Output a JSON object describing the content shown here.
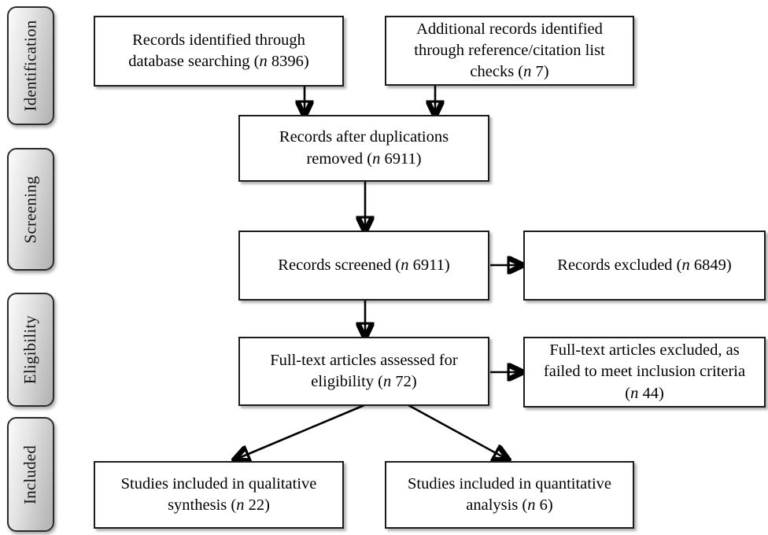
{
  "diagram": {
    "title": "PRISMA flow diagram",
    "type": "prisma-flow-diagram"
  },
  "stages": [
    {
      "id": "identification",
      "label": "Identification"
    },
    {
      "id": "screening",
      "label": "Screening"
    },
    {
      "id": "eligibility",
      "label": "Eligibility"
    },
    {
      "id": "included",
      "label": "Included"
    }
  ],
  "boxes": {
    "records_identified": {
      "line1": "Records identified through",
      "line2_pre": "database searching (",
      "line2_n": "n",
      "line2_post": " 8396)"
    },
    "additional_records": {
      "line1": "Additional records identified",
      "line2": "through reference/citation list",
      "line3_pre": "checks (",
      "line3_n": "n",
      "line3_post": " 7)"
    },
    "after_duplications": {
      "line1": "Records after duplications",
      "line2_pre": "removed (",
      "line2_n": "n",
      "line2_post": " 6911)"
    },
    "records_screened": {
      "line1_pre": "Records screened  (",
      "line1_n": "n",
      "line1_post": " 6911)"
    },
    "records_excluded": {
      "line1_pre": "Records excluded (",
      "line1_n": "n",
      "line1_post": " 6849)"
    },
    "fulltext_assessed": {
      "line1": "Full-text articles assessed for",
      "line2_pre": "eligibility (",
      "line2_n": "n",
      "line2_post": " 72)"
    },
    "fulltext_excluded": {
      "line1": "Full-text articles excluded, as",
      "line2": "failed to meet inclusion criteria",
      "line3_pre": "(",
      "line3_n": "n",
      "line3_post": " 44)"
    },
    "qualitative": {
      "line1": "Studies included in qualitative",
      "line2_pre": "synthesis (",
      "line2_n": "n",
      "line2_post": " 22)"
    },
    "quantitative": {
      "line1": "Studies included in quantitative",
      "line2_pre": "analysis (",
      "line2_n": "n",
      "line2_post": " 6)"
    }
  },
  "counts": {
    "records_identified": 8396,
    "additional_records": 7,
    "after_duplications": 6911,
    "records_screened": 6911,
    "records_excluded": 6849,
    "fulltext_assessed": 72,
    "fulltext_excluded": 44,
    "qualitative_synthesis": 22,
    "quantitative_analysis": 6
  },
  "colors": {
    "background": "#ffffff",
    "box_border": "#1c1c1c",
    "box_fill": "#ffffff",
    "text": "#000000",
    "connector": "#000000",
    "pill_light": "#fdfdfd",
    "pill_dark": "#b2b2b2",
    "pill_border": "#2b2b2b"
  }
}
